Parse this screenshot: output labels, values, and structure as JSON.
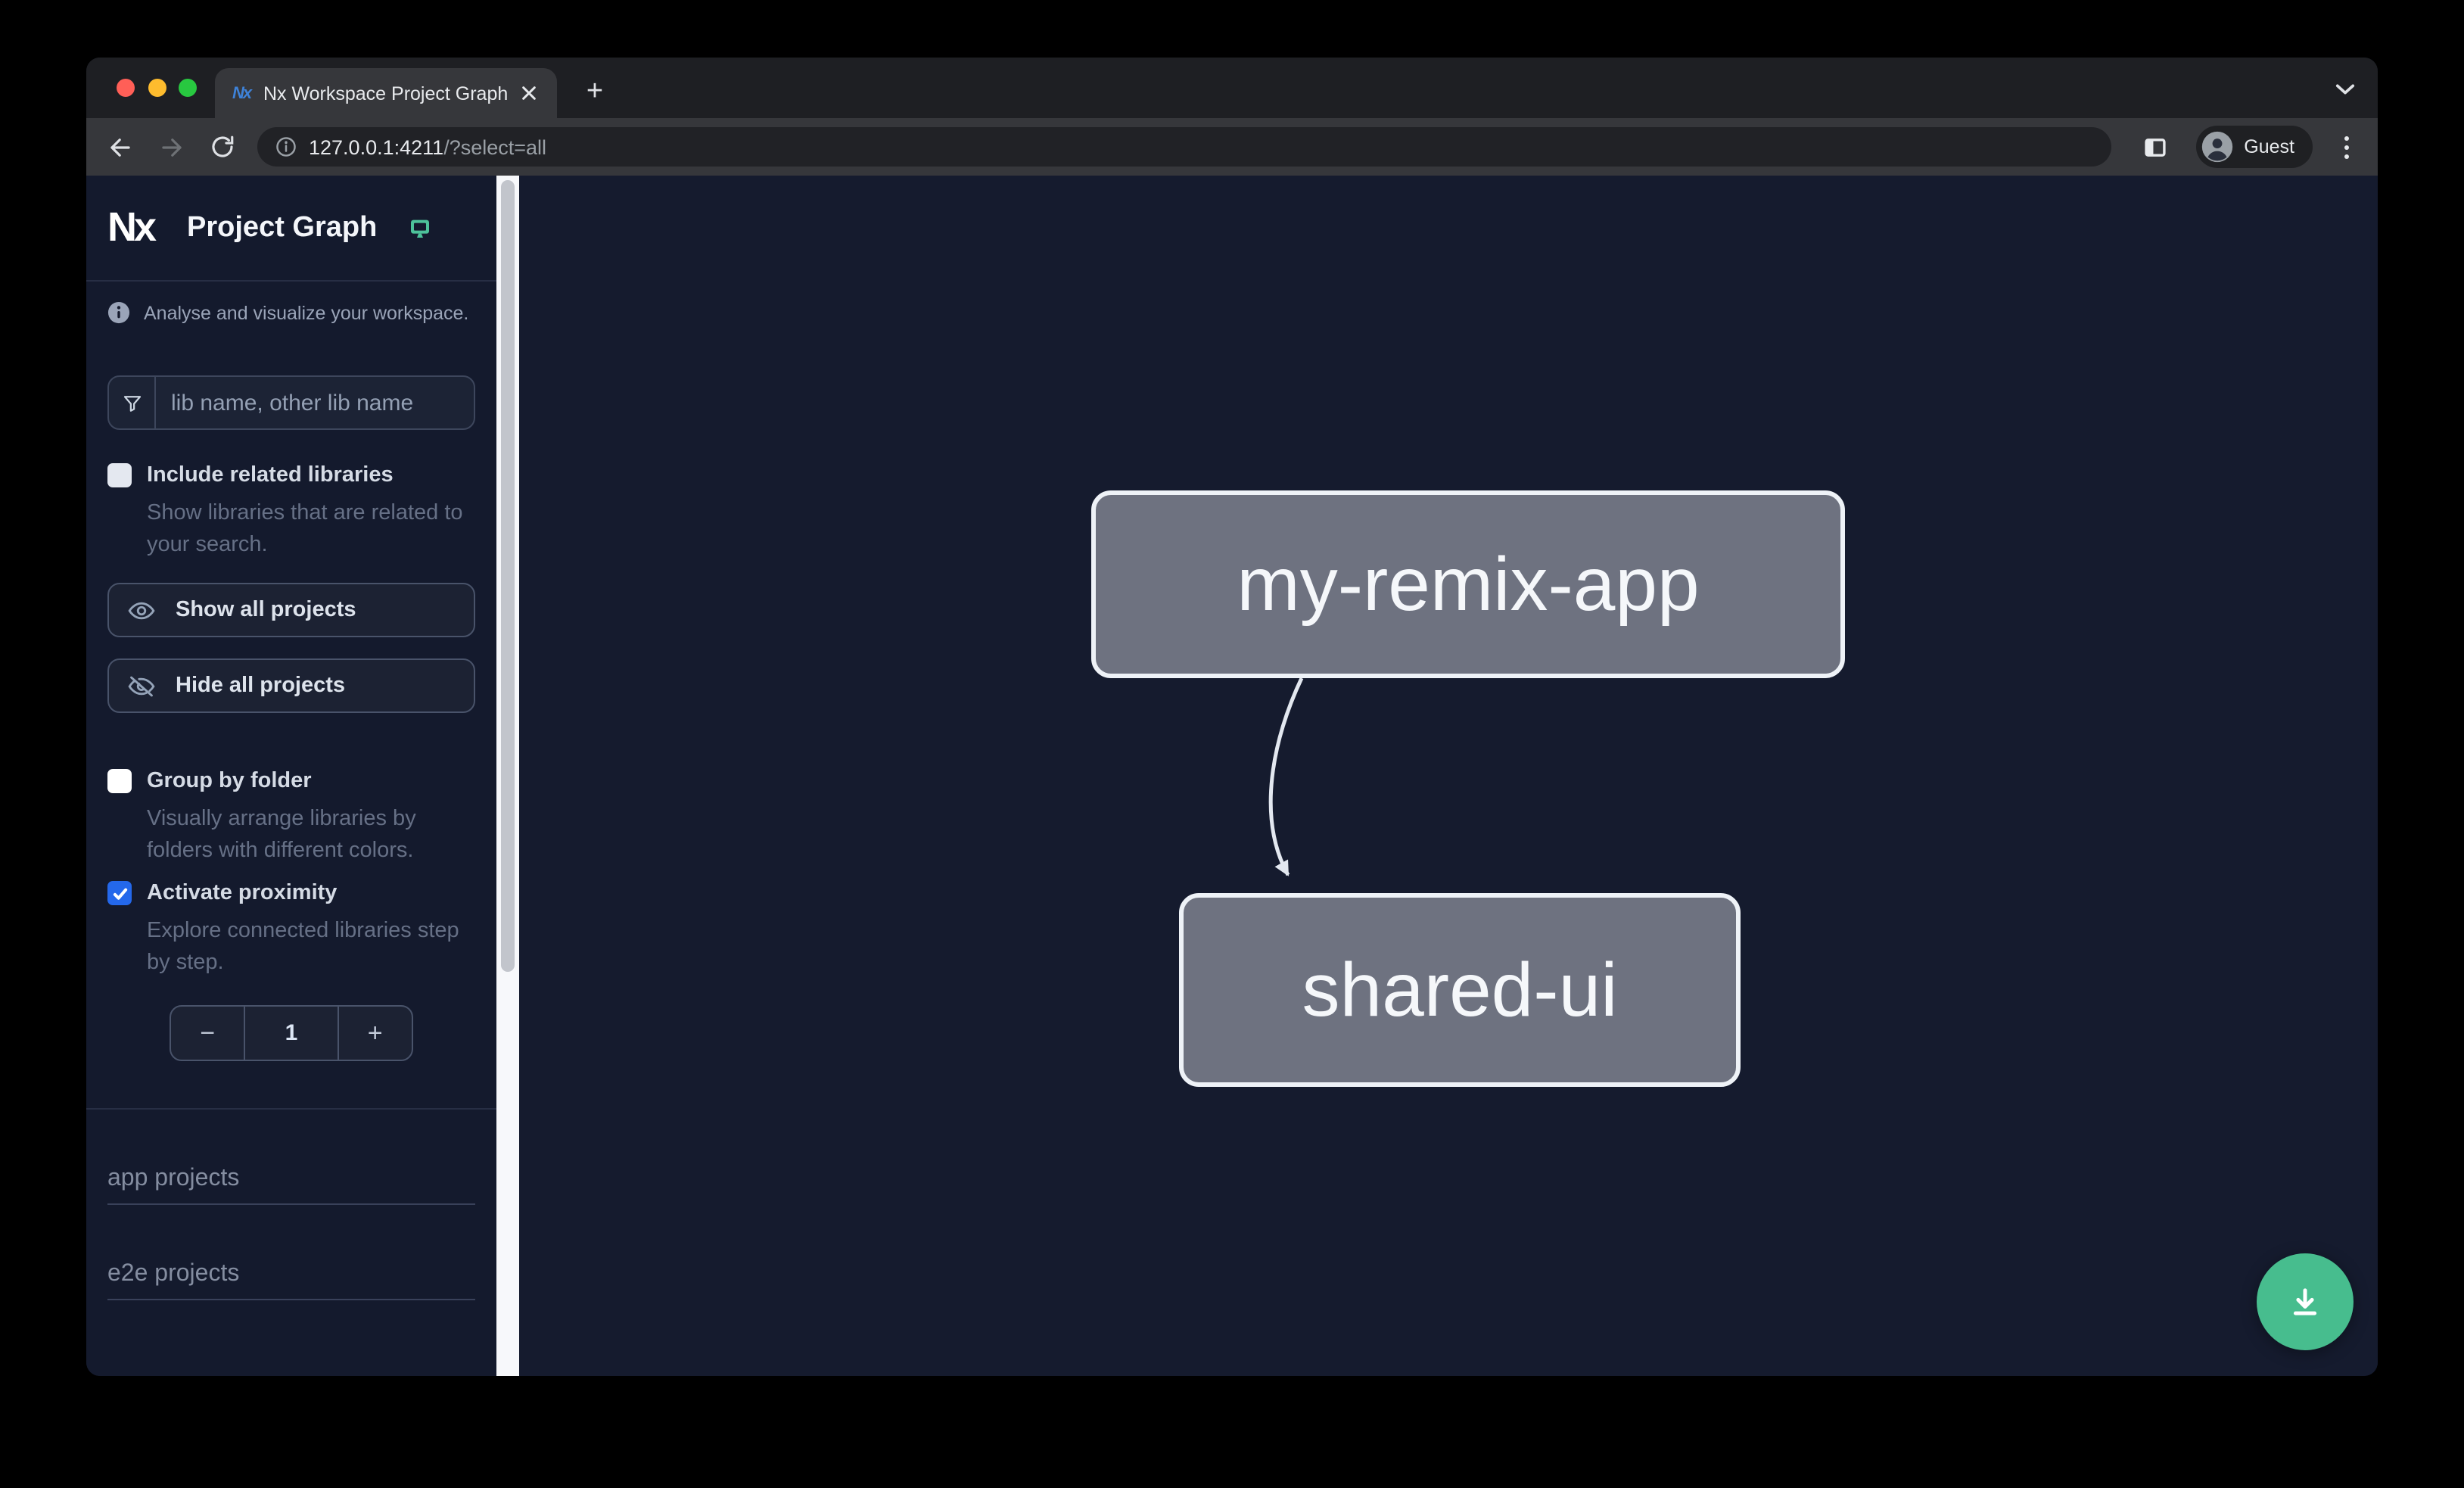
{
  "browser": {
    "tab_title": "Nx Workspace Project Graph",
    "new_tab_label": "+",
    "url_host": "127.0.0.1:4211",
    "url_path": "/?select=all",
    "profile_label": "Guest"
  },
  "sidebar": {
    "brand": "Nx",
    "title": "Project Graph",
    "tagline": "Analyse and visualize your workspace.",
    "filter_placeholder": "lib name, other lib name",
    "options": {
      "include_related": {
        "label": "Include related libraries",
        "description": "Show libraries that are related to your search.",
        "checked": false
      },
      "group_by_folder": {
        "label": "Group by folder",
        "description": "Visually arrange libraries by folders with different colors.",
        "checked": false
      },
      "proximity": {
        "label": "Activate proximity",
        "description": "Explore connected libraries step by step.",
        "checked": true
      }
    },
    "actions": {
      "show_all": "Show all projects",
      "hide_all": "Hide all projects"
    },
    "proximity_stepper": {
      "decrement": "−",
      "value": "1",
      "increment": "+"
    },
    "sections": [
      {
        "label": "app projects"
      },
      {
        "label": "e2e projects"
      }
    ]
  },
  "graph": {
    "nodes": [
      {
        "label": "my-remix-app"
      },
      {
        "label": "shared-ui"
      }
    ],
    "edges": [
      {
        "from": "my-remix-app",
        "to": "shared-ui"
      }
    ]
  },
  "colors": {
    "accent_teal": "#4dc29a",
    "fab_green": "#47bd8e",
    "checkbox_checked_blue": "#2468eb",
    "node_fill": "#6e7280",
    "node_border": "#eef2f7",
    "edge_stroke": "#e3e8f0",
    "canvas_bg": "#151b2e"
  }
}
